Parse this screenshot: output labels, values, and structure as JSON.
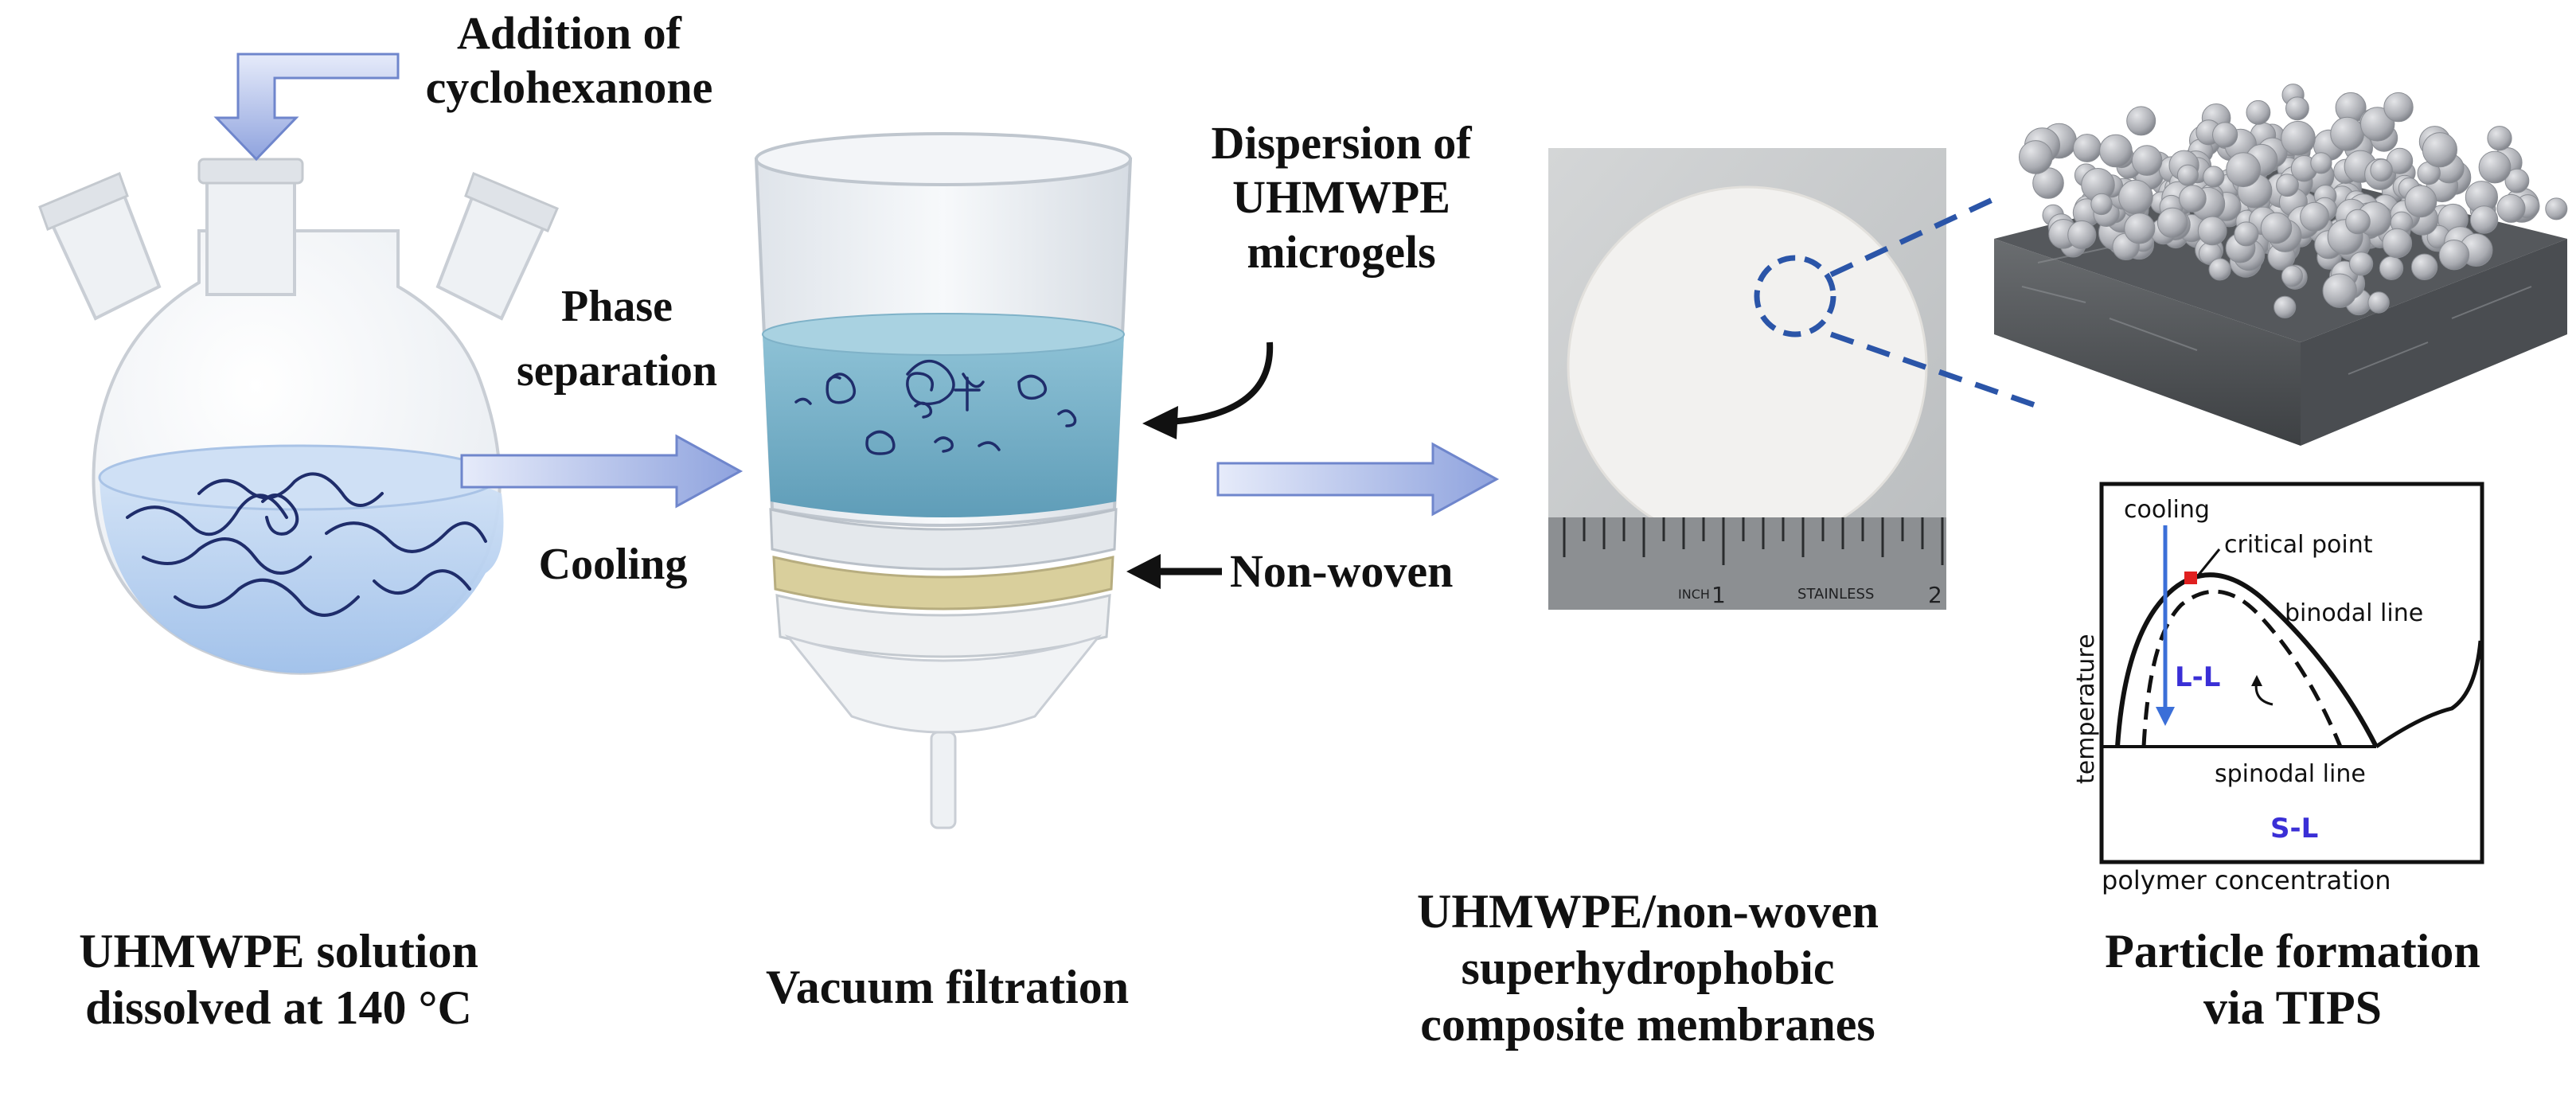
{
  "labels": {
    "addition_l1": "Addition of",
    "addition_l2": "cyclohexanone",
    "phase_l1": "Phase",
    "phase_l2": "separation",
    "cooling": "Cooling",
    "dispersion_l1": "Dispersion of",
    "dispersion_l2": "UHMWPE",
    "dispersion_l3": "microgels",
    "nonwoven": "Non-woven",
    "solution_l1": "UHMWPE solution",
    "solution_l2": "dissolved at 140 °C",
    "vacuum": "Vacuum filtration",
    "membrane_l1": "UHMWPE/non-woven",
    "membrane_l2": "superhydrophobic",
    "membrane_l3": "composite membranes",
    "particle_l1": "Particle formation",
    "particle_l2": "via TIPS"
  },
  "ruler": {
    "unit_label": "INCH",
    "mark_1": "1",
    "brand": "STAINLESS",
    "mark_2": "2"
  },
  "phase_diagram": {
    "cooling": "cooling",
    "critical_point": "critical point",
    "binodal": "binodal line",
    "spinodal": "spinodal line",
    "ll": "L-L",
    "sl": "S-L",
    "ylabel": "temperature",
    "xlabel": "polymer concentration"
  },
  "colors": {
    "arrow_fill": "#aab8e6",
    "arrow_stroke": "#6f86cc",
    "solution": "#bcd3f0",
    "chain": "#1f2d6b",
    "zoom_dash": "#2b55a8",
    "region_text": "#3a2fd6",
    "critical_point": "#e02020",
    "cooling_arrow": "#3b6fd8"
  }
}
